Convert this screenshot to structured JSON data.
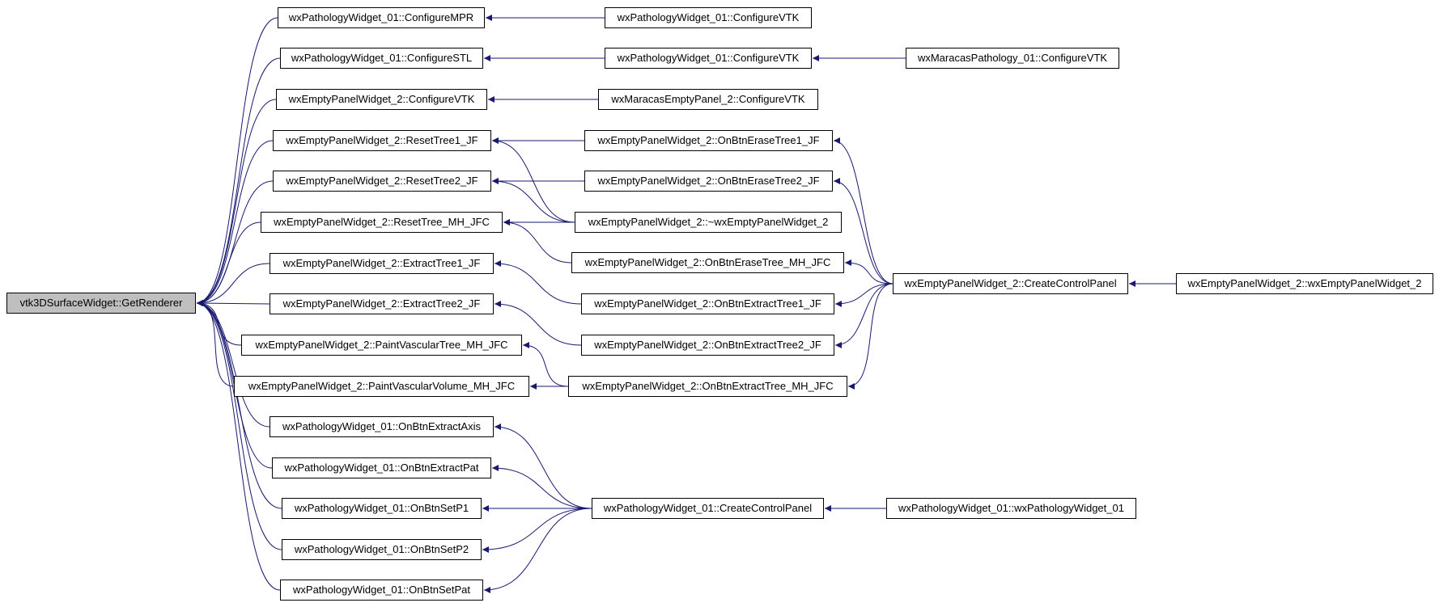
{
  "colors": {
    "edge": "#191970",
    "node_border": "#000000",
    "node_fill": "#ffffff",
    "root_fill": "#bfbfbf"
  },
  "nodes": {
    "root": "vtk3DSurfaceWidget::GetRenderer",
    "pw_configure_mpr": "wxPathologyWidget_01::ConfigureMPR",
    "pw_configure_vtk_a": "wxPathologyWidget_01::ConfigureVTK",
    "pw_configure_stl": "wxPathologyWidget_01::ConfigureSTL",
    "pw_configure_vtk_b": "wxPathologyWidget_01::ConfigureVTK",
    "mp_configure_vtk": "wxMaracasPathology_01::ConfigureVTK",
    "ep_configure_vtk": "wxEmptyPanelWidget_2::ConfigureVTK",
    "mep_configure_vtk": "wxMaracasEmptyPanel_2::ConfigureVTK",
    "ep_reset_tree1": "wxEmptyPanelWidget_2::ResetTree1_JF",
    "ep_on_erase_tree1": "wxEmptyPanelWidget_2::OnBtnEraseTree1_JF",
    "ep_reset_tree2": "wxEmptyPanelWidget_2::ResetTree2_JF",
    "ep_on_erase_tree2": "wxEmptyPanelWidget_2::OnBtnEraseTree2_JF",
    "ep_reset_tree_mh": "wxEmptyPanelWidget_2::ResetTree_MH_JFC",
    "ep_destructor": "wxEmptyPanelWidget_2::~wxEmptyPanelWidget_2",
    "ep_on_erase_tree_mh": "wxEmptyPanelWidget_2::OnBtnEraseTree_MH_JFC",
    "ep_extract_tree1": "wxEmptyPanelWidget_2::ExtractTree1_JF",
    "ep_create_control_panel": "wxEmptyPanelWidget_2::CreateControlPanel",
    "ep_constructor": "wxEmptyPanelWidget_2::wxEmptyPanelWidget_2",
    "ep_extract_tree2": "wxEmptyPanelWidget_2::ExtractTree2_JF",
    "ep_on_extract_tree1": "wxEmptyPanelWidget_2::OnBtnExtractTree1_JF",
    "ep_paint_vascular_tree": "wxEmptyPanelWidget_2::PaintVascularTree_MH_JFC",
    "ep_on_extract_tree2": "wxEmptyPanelWidget_2::OnBtnExtractTree2_JF",
    "ep_paint_vascular_volume": "wxEmptyPanelWidget_2::PaintVascularVolume_MH_JFC",
    "ep_on_extract_tree_mh": "wxEmptyPanelWidget_2::OnBtnExtractTree_MH_JFC",
    "pw_on_extract_axis": "wxPathologyWidget_01::OnBtnExtractAxis",
    "pw_on_extract_pat": "wxPathologyWidget_01::OnBtnExtractPat",
    "pw_on_set_p1": "wxPathologyWidget_01::OnBtnSetP1",
    "pw_create_control_panel": "wxPathologyWidget_01::CreateControlPanel",
    "pw_constructor": "wxPathologyWidget_01::wxPathologyWidget_01",
    "pw_on_set_p2": "wxPathologyWidget_01::OnBtnSetP2",
    "pw_on_set_pat": "wxPathologyWidget_01::OnBtnSetPat"
  }
}
